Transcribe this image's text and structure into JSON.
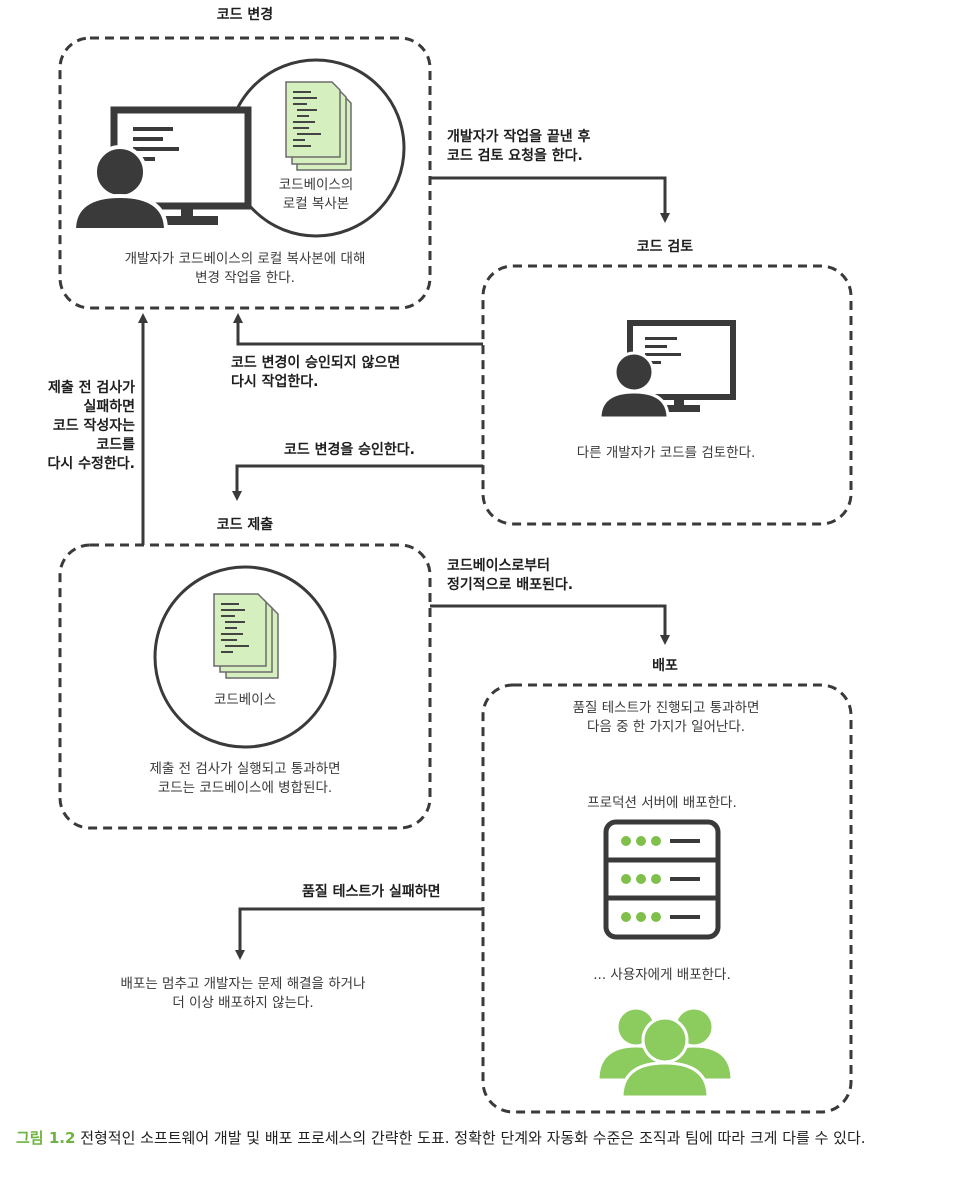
{
  "nodes": {
    "code_change": {
      "title": "코드 변경",
      "circle_label": "코드베이스의\n로컬 복사본",
      "description": "개발자가 코드베이스의 로컬 복사본에 대해\n변경 작업을 한다."
    },
    "code_review": {
      "title": "코드 검토",
      "description": "다른 개발자가 코드를 검토한다."
    },
    "code_submit": {
      "title": "코드 제출",
      "circle_label": "코드베이스",
      "description": "제출 전 검사가 실행되고 통과하면\n코드는 코드베이스에 병합된다."
    },
    "deploy": {
      "title": "배포",
      "intro": "품질 테스트가 진행되고 통과하면\n다음 중 한 가지가 일어난다.",
      "option_server": "프로덕션 서버에 배포한다.",
      "option_users": "... 사용자에게 배포한다."
    }
  },
  "edges": {
    "to_review": "개발자가 작업을 끝낸 후\n코드 검토 요청을 한다.",
    "rework": "코드 변경이 승인되지 않으면\n다시 작업한다.",
    "approve": "코드 변경을 승인한다.",
    "precheck_fail": "제출 전 검사가\n실패하면\n코드 작성자는\n코드를\n다시 수정한다.",
    "regular_deploy": "코드베이스로부터\n정기적으로 배포된다.",
    "quality_fail": "품질 테스트가 실패하면"
  },
  "outcome_fail": "배포는 멈추고 개발자는 문제 해결을 하거나\n더 이상 배포하지 않는다.",
  "caption": {
    "label": "그림 1.2",
    "text": "전형적인 소프트웨어 개발 및 배포 프로세스의 간략한 도표. 정확한 단계와 자동화 수준은 조직과 팀에 따라 크게 다를 수 있다."
  },
  "colors": {
    "line": "#3a3a3a",
    "doc_fill": "#d6efbf",
    "doc_stroke": "#6b6b6b",
    "people": "#8ccb5e",
    "server_dots": "#7fbf4a",
    "caption_label": "#6db33f"
  }
}
